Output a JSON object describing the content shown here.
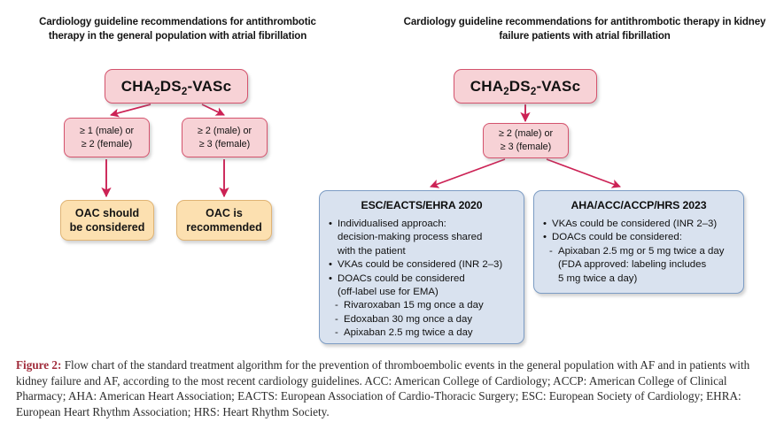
{
  "figure": {
    "left_column_title": "Cardiology guideline recommendations for antithrombotic therapy in the general population with atrial fibrillation",
    "right_column_title": "Cardiology guideline recommendations for antithrombotic therapy in kidney failure patients with atrial fibrillation"
  },
  "score_boxes": {
    "left": {
      "prefix": "CHA",
      "sub1": "2",
      "mid": "DS",
      "sub2": "2",
      "suffix": "-VASc"
    },
    "right": {
      "prefix": "CHA",
      "sub1": "2",
      "mid": "DS",
      "sub2": "2",
      "suffix": "-VASc"
    }
  },
  "left_flow": {
    "criteria": [
      {
        "line1": "≥ 1 (male) or",
        "line2": "≥ 2 (female)"
      },
      {
        "line1": "≥ 2 (male) or",
        "line2": "≥ 3 (female)"
      }
    ],
    "outcomes": [
      {
        "line1": "OAC should",
        "line2": "be considered"
      },
      {
        "line1": "OAC is",
        "line2": "recommended"
      }
    ]
  },
  "right_flow": {
    "criteria": {
      "line1": "≥ 2 (male) or",
      "line2": "≥ 3 (female)"
    },
    "panels": [
      {
        "heading": "ESC/EACTS/EHRA 2020",
        "items": [
          {
            "type": "bullet",
            "text": "Individualised approach:\ndecision-making process shared\nwith the patient"
          },
          {
            "type": "bullet",
            "text": "VKAs could be considered (INR 2–3)"
          },
          {
            "type": "bullet",
            "text": "DOACs could be considered\n(off-label use for EMA)"
          },
          {
            "type": "dash",
            "text": "Rivaroxaban 15 mg once a day"
          },
          {
            "type": "dash",
            "text": "Edoxaban 30 mg once a day"
          },
          {
            "type": "dash",
            "text": "Apixaban 2.5 mg twice a day"
          }
        ]
      },
      {
        "heading": "AHA/ACC/ACCP/HRS 2023",
        "items": [
          {
            "type": "bullet",
            "text": "VKAs could be considered (INR 2–3)"
          },
          {
            "type": "bullet",
            "text": "DOACs could be considered:"
          },
          {
            "type": "dash",
            "text": "Apixaban 2.5 mg or 5 mg twice a day"
          },
          {
            "type": "cont",
            "text": "(FDA approved: labeling includes"
          },
          {
            "type": "cont",
            "text": "5 mg twice a day)"
          }
        ]
      }
    ]
  },
  "caption": {
    "label": "Figure 2:",
    "text": " Flow chart of the standard treatment algorithm for the prevention of thromboembolic events in the general population with AF and in patients with kidney failure and AF, according to the most recent cardiology guidelines. ACC: American College of Cardiology; ACCP: American College of Clinical Pharmacy; AHA: American Heart Association; EACTS: European Association of Cardio-Thoracic Surgery; ESC: European Society of Cardiology; EHRA: European Heart Rhythm Association; HRS: Heart Rhythm Society."
  },
  "colors": {
    "pink_fill": "#f7d2d6",
    "pink_border": "#d4536d",
    "orange_fill": "#fce0b0",
    "orange_border": "#e0b474",
    "blue_fill": "#d9e2ef",
    "blue_border": "#7c9cc4",
    "arrow": "#cc2255",
    "caption_label": "#a02b3a"
  }
}
